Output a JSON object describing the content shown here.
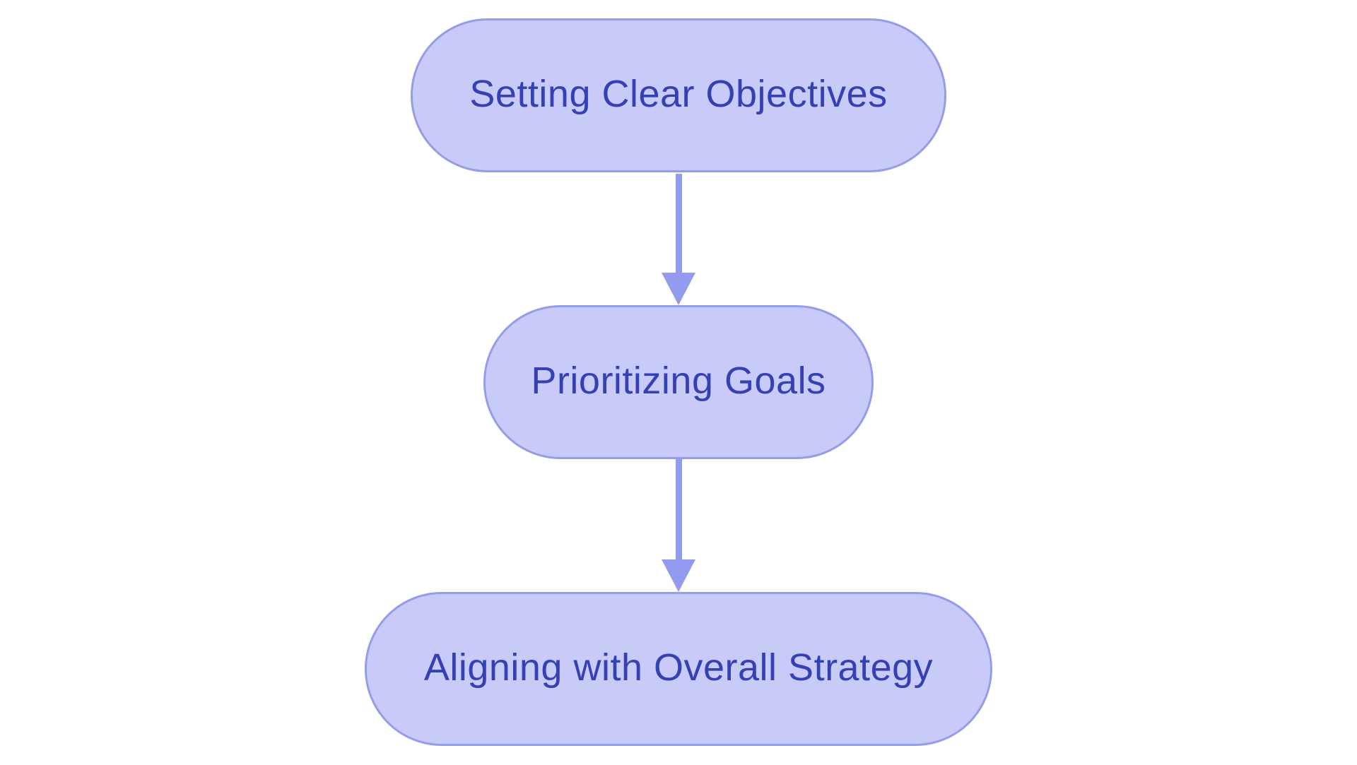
{
  "flowchart": {
    "title": "",
    "background_color": "#ffffff",
    "node_fill_color": "#c8cbf8",
    "node_border_color": "#959de9",
    "node_text_color": "#3540b5",
    "arrow_color": "#939bee",
    "nodes": [
      {
        "id": "setting-clear-objectives",
        "label": "Setting Clear Objectives"
      },
      {
        "id": "prioritizing-goals",
        "label": "Prioritizing Goals"
      },
      {
        "id": "aligning-with-overall-strategy",
        "label": "Aligning with Overall Strategy"
      }
    ],
    "connectors": [
      {
        "from": "setting-clear-objectives",
        "to": "prioritizing-goals",
        "direction": "down"
      },
      {
        "from": "prioritizing-goals",
        "to": "aligning-with-overall-strategy",
        "direction": "down"
      }
    ]
  }
}
